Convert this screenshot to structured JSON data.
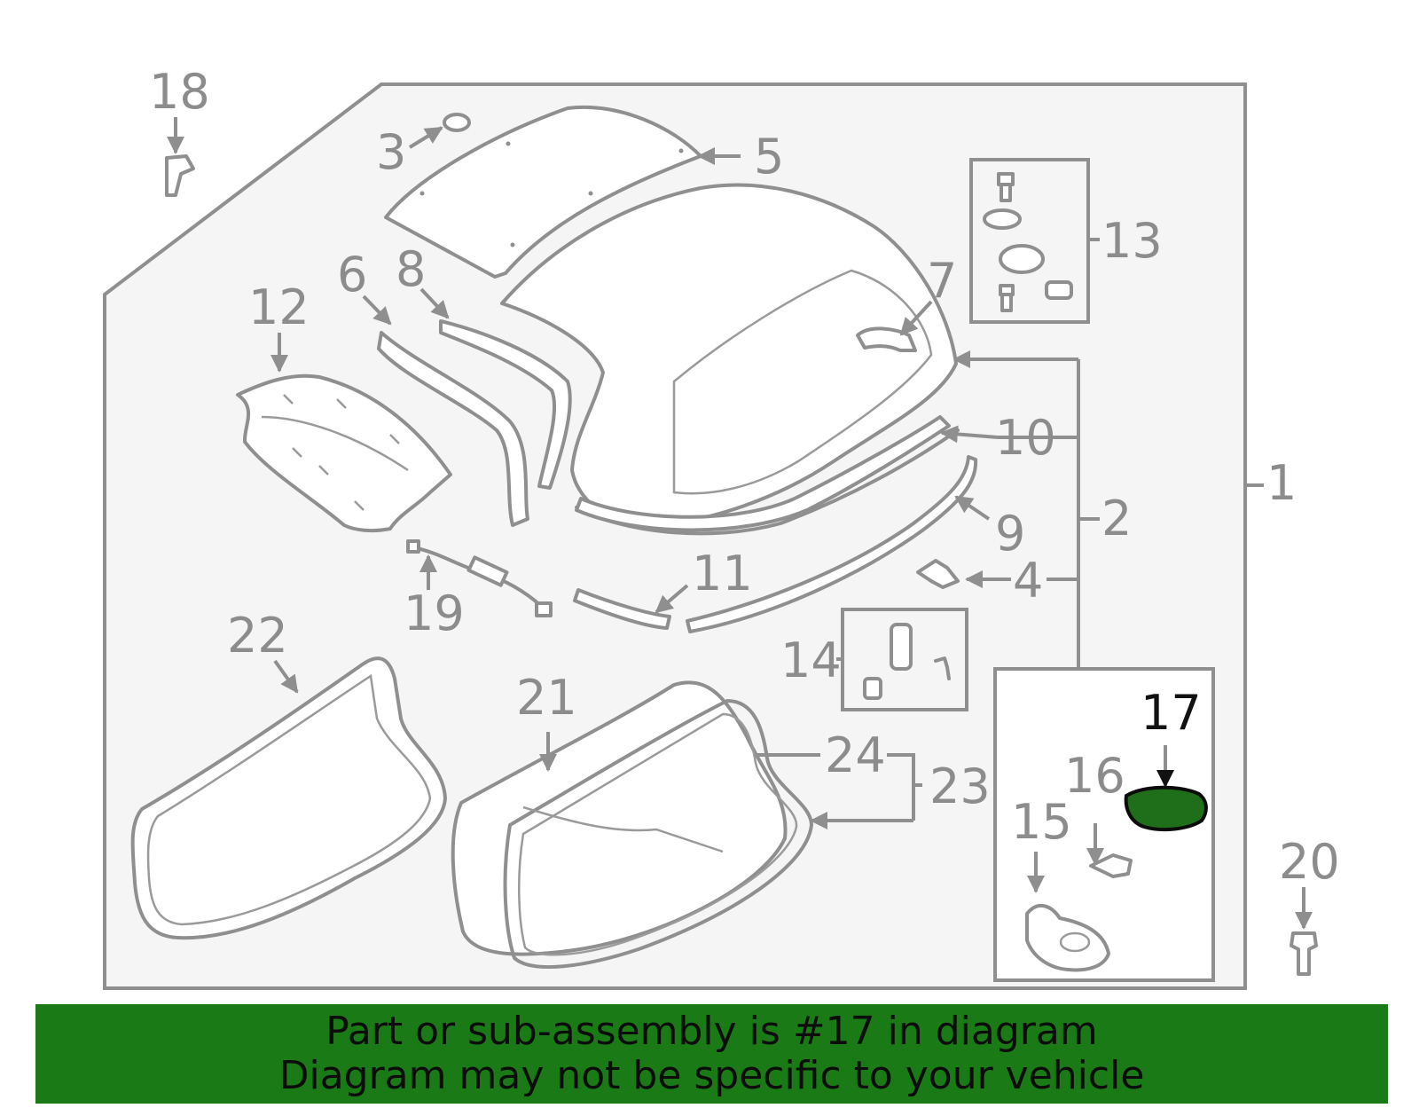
{
  "callouts": {
    "c1": "1",
    "c2": "2",
    "c3": "3",
    "c4": "4",
    "c5": "5",
    "c6": "6",
    "c7": "7",
    "c8": "8",
    "c9": "9",
    "c10": "10",
    "c11": "11",
    "c12": "12",
    "c13": "13",
    "c14": "14",
    "c15": "15",
    "c16": "16",
    "c17": "17",
    "c18": "18",
    "c19": "19",
    "c20": "20",
    "c21": "21",
    "c22": "22",
    "c23": "23",
    "c24": "24"
  },
  "highlighted_part": "17",
  "colors": {
    "highlight_fill": "#1f6e1a",
    "banner_bg": "#1a7a16",
    "line_gray": "#8f8f8f",
    "panel_bg": "#f5f5f5"
  },
  "footer": {
    "line1": "Part or sub-assembly is #17 in diagram",
    "line2": "Diagram may not be specific to your vehicle"
  }
}
